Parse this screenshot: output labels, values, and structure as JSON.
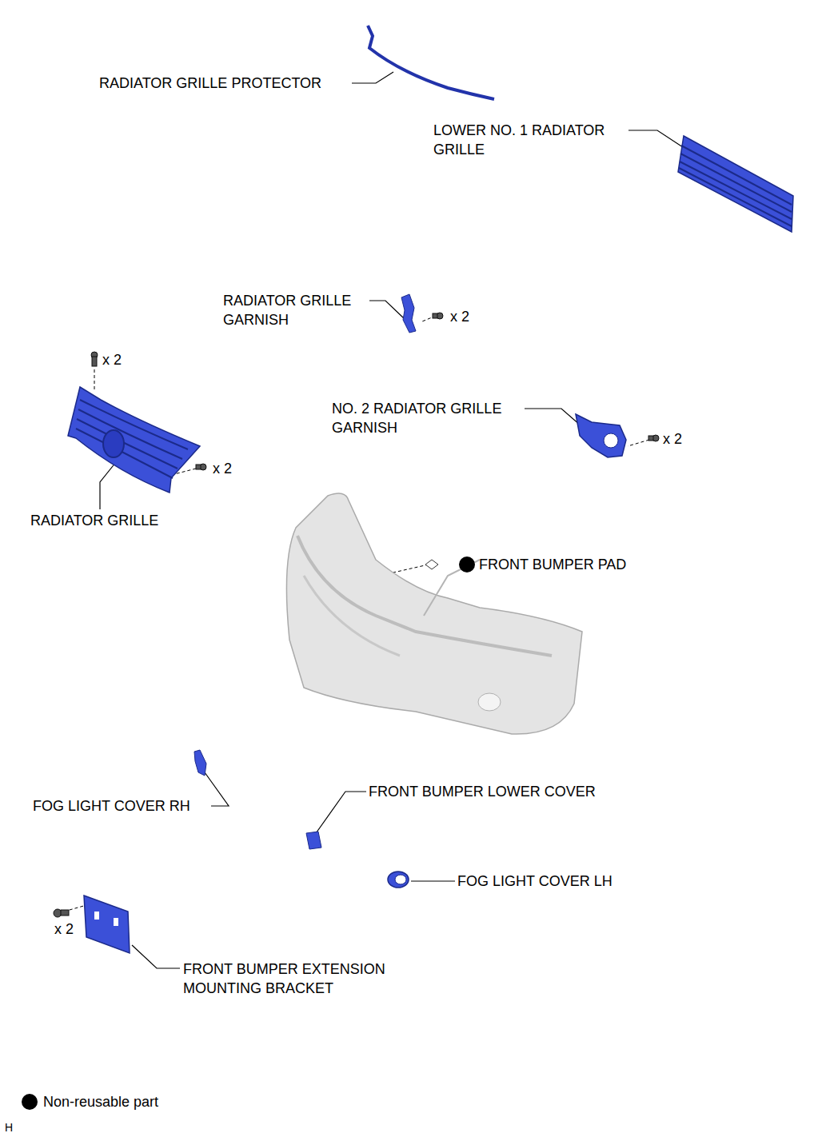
{
  "diagram": {
    "labels": [
      "RADIATOR GRILLE PROTECTOR",
      "LOWER NO. 1 RADIATOR GRILLE",
      "RADIATOR GRILLE GARNISH",
      "x 2",
      "x 2",
      "NO. 2 RADIATOR GRILLE GARNISH",
      "x 2",
      "x 2",
      "RADIATOR GRILLE",
      "FRONT BUMPER PAD",
      "FOG LIGHT COVER RH",
      "FRONT BUMPER LOWER COVER",
      "FOG LIGHT COVER LH",
      "x 2",
      "FRONT BUMPER EXTENSION MOUNTING BRACKET",
      "H"
    ],
    "legend": [
      {
        "text": "Non-reusable part",
        "color": "#000000"
      }
    ]
  }
}
